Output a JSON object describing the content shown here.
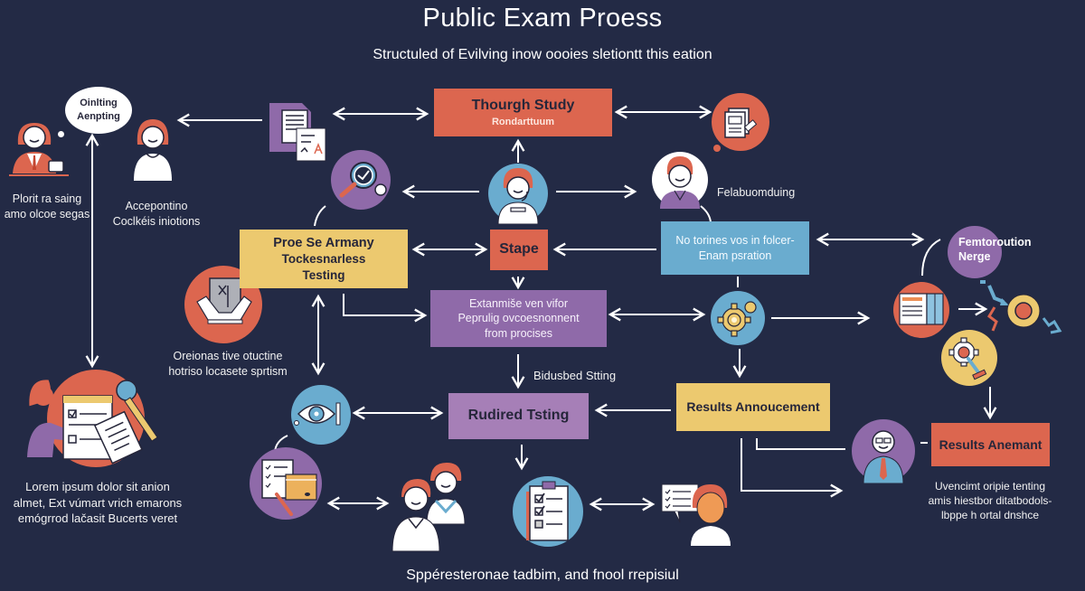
{
  "header": {
    "title": "Public Exam Proess",
    "subtitle": "Structuled of Evilving inow oooies sletiontt this eation"
  },
  "nodes": {
    "thorough_study": {
      "title": "Thourgh Study",
      "subtitle": "Rondarttuum"
    },
    "stape": {
      "title": "Stape"
    },
    "proc_armany": {
      "lines": [
        "Proe Se Armany",
        "Tockesnarless",
        "Testing"
      ]
    },
    "extanmise": {
      "lines": [
        "Extanmiše ven vifor",
        "Peprulig ovcoesnonnent",
        "from procises"
      ]
    },
    "no_torines": {
      "lines": [
        "No torines vos in folcer-",
        "Enam psration"
      ]
    },
    "rudired_testing": {
      "title": "Rudired Tsting"
    },
    "results_announcement": {
      "title": "Results Annoucement"
    },
    "results_anemant": {
      "title": "Results Anemant"
    },
    "femtoroution": {
      "lines": [
        "Femtoroution",
        "Nerge"
      ]
    }
  },
  "speech_bubble": {
    "lines": [
      "Oinlting",
      "Aenpting"
    ]
  },
  "captions": {
    "plorit": [
      "Plorit ra saing",
      "amo olcoe segas"
    ],
    "acceptine": [
      "Accepontino",
      "Coclkéis iniotions"
    ],
    "felabuomduing": "Felabuomduing",
    "oreionas": [
      "Oreionas tive otuctine",
      "hotriso locasete sprtism"
    ],
    "bidusbed": "Bidusbed Stting",
    "lorem": [
      "Lorem ipsum dolor sit anion",
      "almet, Ext vúmart vrich emarons",
      "emógrrod lačasit Bucerts veret"
    ],
    "uvencimt": [
      "Uvencimt oripie tenting",
      "amis hiestbor ditatbodols-",
      "lbppe h ortal dnshce"
    ],
    "footer": "Sppéresteronae tadbim, and fnool rrepisiul"
  },
  "icons": [
    "teacher-desk-icon",
    "student-avatar-icon",
    "documents-icon",
    "magnifier-check-icon",
    "student-headset-icon",
    "clipboard-bubble-icon",
    "examiner-avatar-icon",
    "answer-sheet-tray-icon",
    "gears-icon",
    "form-window-icon",
    "target-icon",
    "wrench-gear-icon",
    "eye-icon",
    "checklist-pencil-icon",
    "two-students-icon",
    "clipboard-checklist-icon",
    "student-feedback-icon",
    "official-avatar-icon",
    "person-exam-sheet-icon"
  ],
  "colors": {
    "background": "#232a45",
    "orange": "#dc664f",
    "yellow": "#ecc96f",
    "purple": "#8f6aa9",
    "lilac": "#a67fb7",
    "blue": "#6aaccf",
    "text_dark": "#26263a",
    "connector": "#ffffff"
  }
}
